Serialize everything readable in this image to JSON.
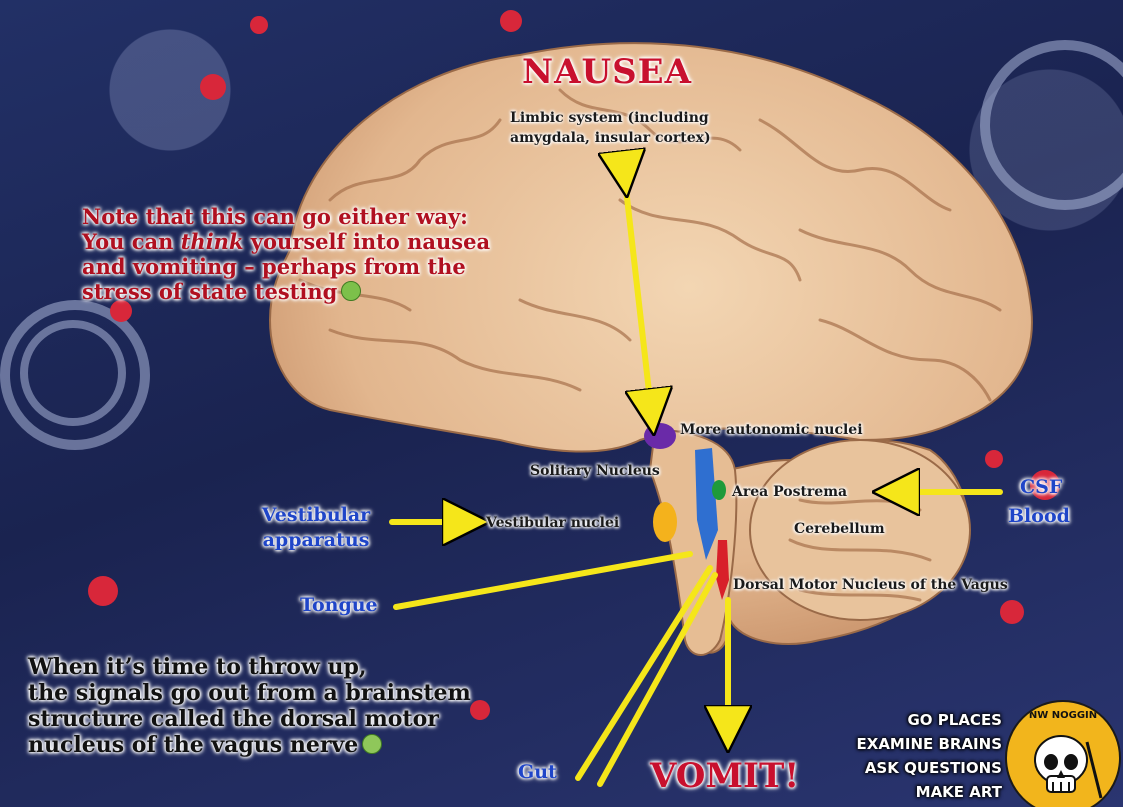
{
  "labels": {
    "nausea": "NAUSEA",
    "limbic": "Limbic system (including amygdala, insular cortex)",
    "more_autonomic": "More autonomic nuclei",
    "solitary": "Solitary Nucleus",
    "area_postrema": "Area Postrema",
    "csf": "CSF",
    "blood": "Blood",
    "vestibular_apparatus": "Vestibular apparatus",
    "vestibular_nuclei": "Vestibular nuclei",
    "cerebellum": "Cerebellum",
    "dorsal_motor": "Dorsal Motor Nucleus of the Vagus",
    "tongue": "Tongue",
    "gut": "Gut",
    "vomit": "VOMIT!"
  },
  "note": {
    "line1": "Note that this can go either way:",
    "line2_pre": "You can ",
    "line2_em": "think",
    "line2_post": " yourself into nausea",
    "line3": "and vomiting – perhaps from the",
    "line4": "stress of state testing"
  },
  "bottom_text": {
    "line1": "When it’s time to throw up,",
    "line2": "the signals go out from a brainstem",
    "line3": "structure called the dorsal motor",
    "line4": "nucleus of the vagus nerve"
  },
  "badge": {
    "line1": "GO PLACES",
    "line2": "EXAMINE BRAINS",
    "line3": "ASK QUESTIONS",
    "line4": "MAKE ART"
  },
  "logo_text": "NW NOGGIN",
  "colors": {
    "arrow": "#f5e61a",
    "label_red": "#c8102e",
    "label_blue": "#1f45c8",
    "purple_nuclei": "#6a2aa8",
    "green_postrema": "#1e9a3a",
    "blue_solitary": "#2f6fd0",
    "orange_vestibular": "#f4b21c",
    "red_dmv": "#d8202a"
  }
}
